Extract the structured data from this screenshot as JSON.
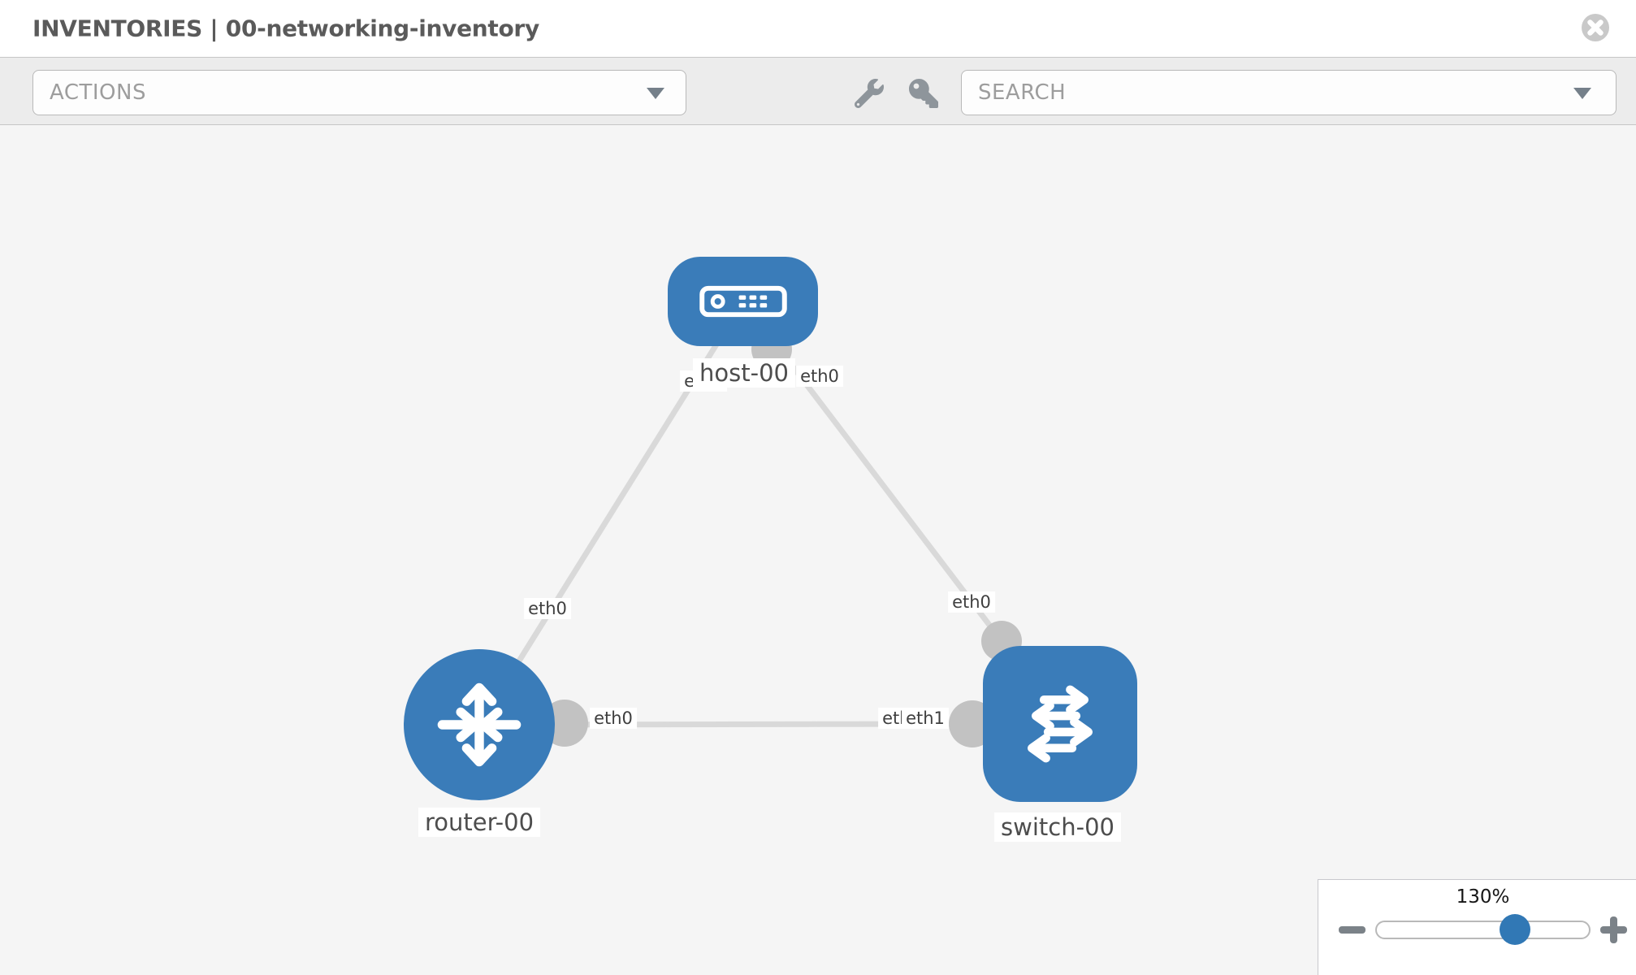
{
  "header": {
    "title": "INVENTORIES | 00-networking-inventory",
    "close_icon": "times-circle"
  },
  "toolbar": {
    "actions_label": "ACTIONS",
    "search_label": "SEARCH",
    "icons": [
      "wrench",
      "key"
    ]
  },
  "canvas": {
    "nodes": [
      {
        "id": "host-00",
        "label": "host-00",
        "type": "host",
        "icon": "host-server-icon"
      },
      {
        "id": "router-00",
        "label": "router-00",
        "type": "router",
        "icon": "router-arrows-icon"
      },
      {
        "id": "switch-00",
        "label": "switch-00",
        "type": "switch",
        "icon": "switch-arrows-icon"
      }
    ],
    "edges": [
      {
        "from": "host-00",
        "to": "router-00"
      },
      {
        "from": "host-00",
        "to": "switch-00"
      },
      {
        "from": "router-00",
        "to": "switch-00"
      }
    ],
    "edge_labels": [
      {
        "text": "eth0",
        "near": "host-00-left"
      },
      {
        "text": "eth0",
        "near": "host-00-right"
      },
      {
        "text": "eth0",
        "near": "router-00-top-link"
      },
      {
        "text": "eth0",
        "near": "switch-00-top-link"
      },
      {
        "text": "eth0",
        "near": "router-00-right-link"
      },
      {
        "text": "eth0",
        "near": "switch-00-left-link-under"
      },
      {
        "text": "eth1",
        "near": "switch-00-left-link-over"
      }
    ]
  },
  "zoom_control": {
    "level": "130%",
    "percent": 130,
    "minus_icon": "minus",
    "plus_icon": "plus"
  },
  "colors": {
    "node_blue": "#3a7cb9",
    "edge_gray": "#d9d9d9",
    "connector_gray": "#c2c2c2",
    "slider_thumb_blue": "#3178b5",
    "toolbar_bg": "#ececec",
    "canvas_bg": "#f5f5f5"
  }
}
